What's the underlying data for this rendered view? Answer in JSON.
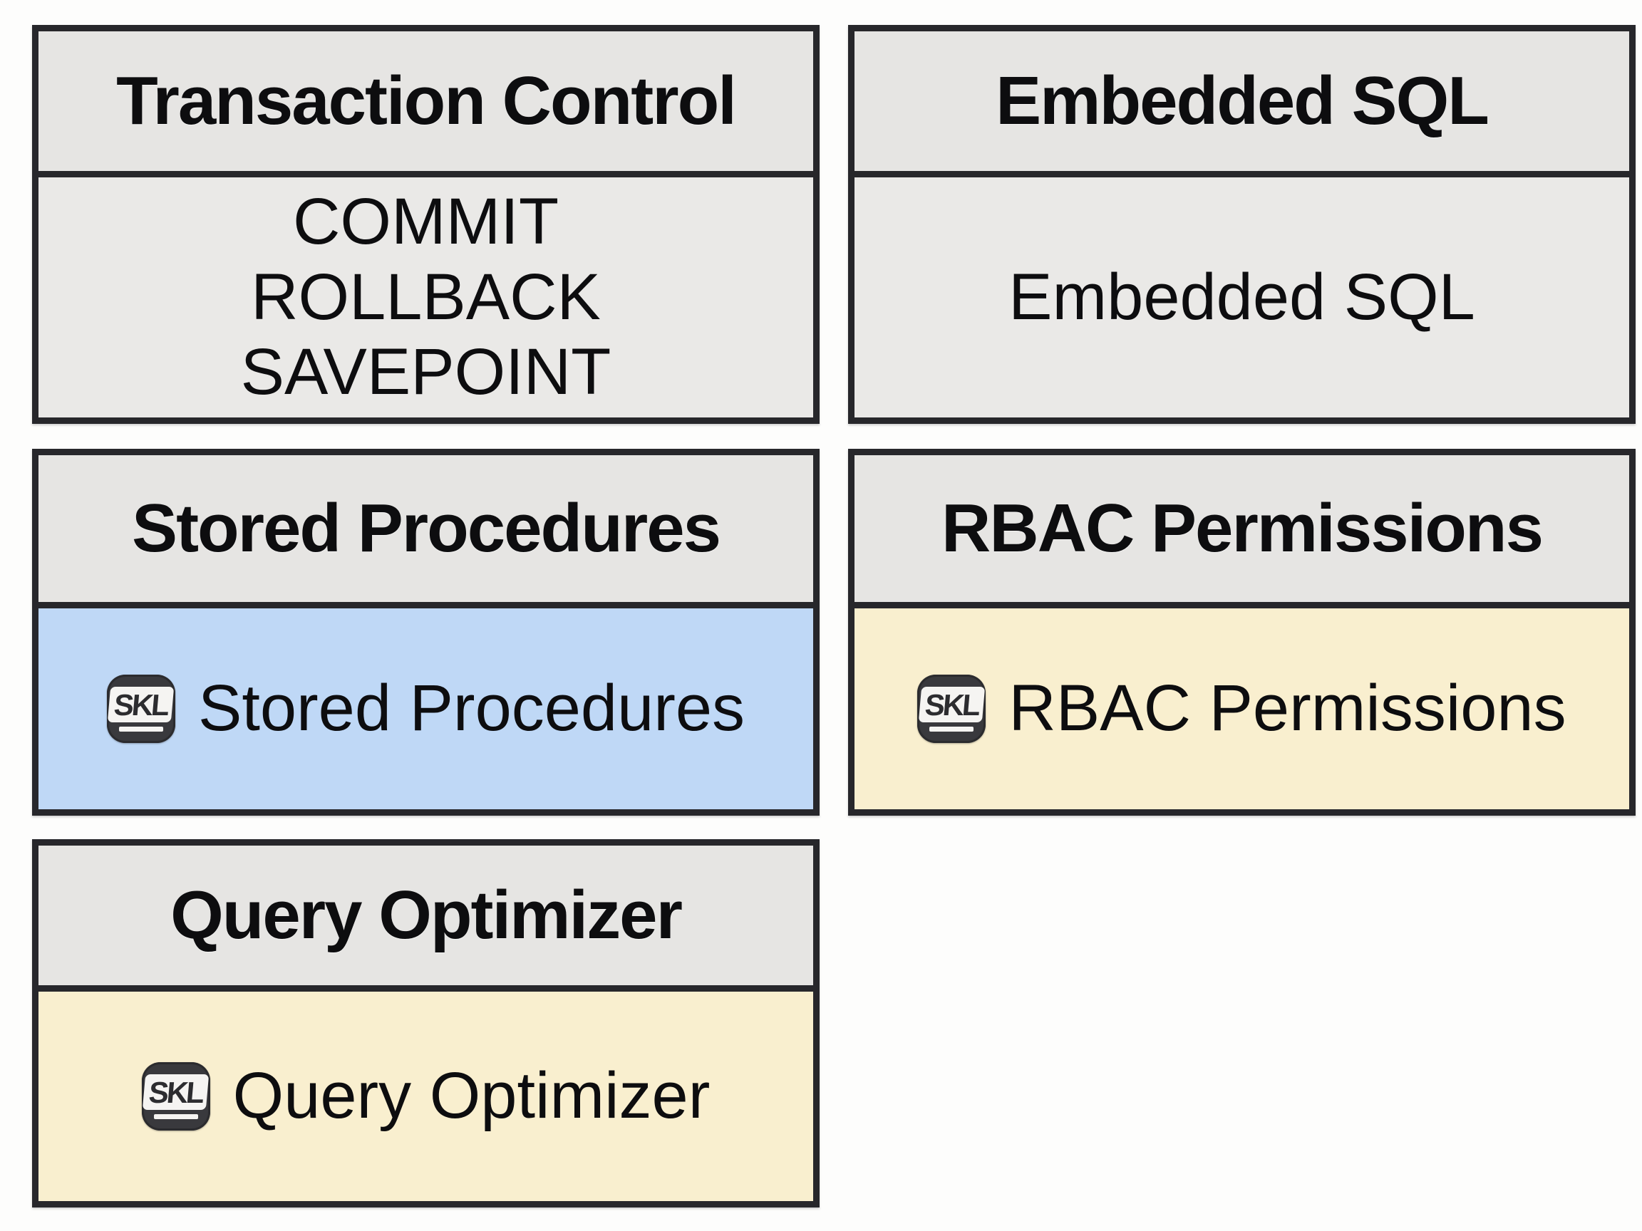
{
  "icon": {
    "name": "sql-badge",
    "label": "SKL"
  },
  "colors": {
    "border": "#27272b",
    "header_bg": "#e6e5e3",
    "gray_body_bg": "#eae9e7",
    "blue_body_bg": "#bfd8f6",
    "cream_body_bg": "#f9efcf",
    "text": "#0d0d0f",
    "badge_bg": "#39393d",
    "page_bg": "#fdfdfc"
  },
  "boxes": [
    {
      "id": "transaction-control",
      "title": "Transaction Control",
      "lines": [
        "COMMIT",
        "ROLLBACK",
        "SAVEPOINT"
      ],
      "body_bg": "#eae9e7",
      "has_icon": false
    },
    {
      "id": "embedded-sql",
      "title": "Embedded SQL",
      "lines": [
        "Embedded SQL"
      ],
      "body_bg": "#eae9e7",
      "has_icon": false
    },
    {
      "id": "stored-procedures",
      "title": "Stored Procedures",
      "lines": [
        "Stored Procedures"
      ],
      "body_bg": "#bfd8f6",
      "has_icon": true
    },
    {
      "id": "rbac-permissions",
      "title": "RBAC Permissions",
      "lines": [
        "RBAC Permissions"
      ],
      "body_bg": "#f9efcf",
      "has_icon": true
    },
    {
      "id": "query-optimizer",
      "title": "Query Optimizer",
      "lines": [
        "Query Optimizer"
      ],
      "body_bg": "#f9efcf",
      "has_icon": true
    }
  ]
}
